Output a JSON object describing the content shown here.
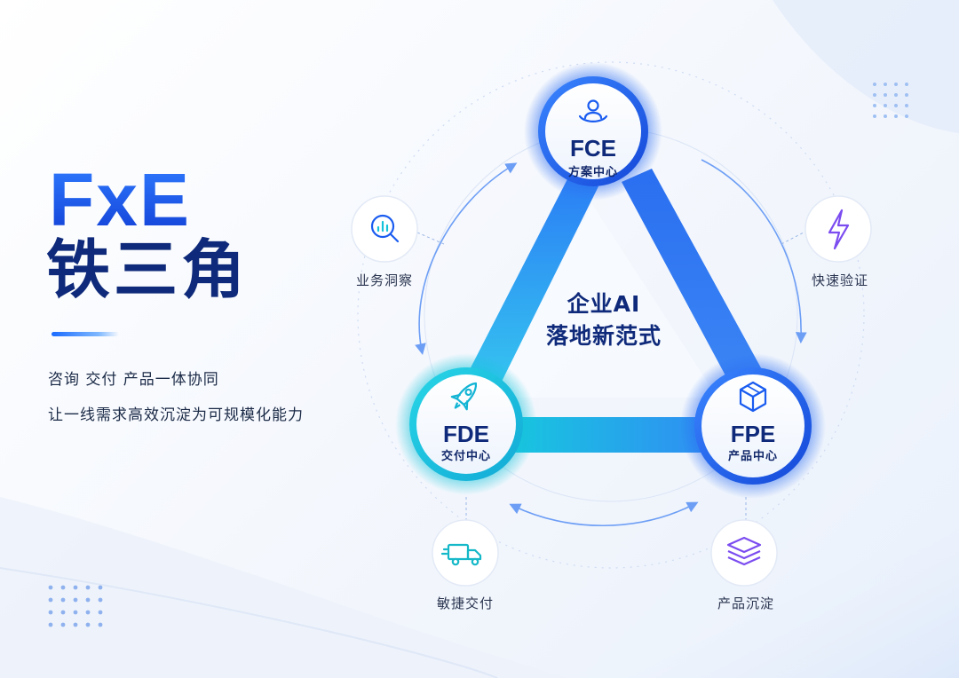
{
  "header": {
    "brand": "FxE",
    "title": "铁三角",
    "tagline_1": "咨询 交付 产品一体协同",
    "tagline_2": "让一线需求高效沉淀为可规模化能力"
  },
  "center": {
    "line_1": "企业AI",
    "line_2": "落地新范式"
  },
  "nodes": {
    "fce": {
      "abbr": "FCE",
      "name": "方案中心",
      "icon": "user-target-icon"
    },
    "fde": {
      "abbr": "FDE",
      "name": "交付中心",
      "icon": "rocket-icon"
    },
    "fpe": {
      "abbr": "FPE",
      "name": "产品中心",
      "icon": "cube-icon"
    }
  },
  "satellites": {
    "insight": {
      "label": "业务洞察",
      "icon": "magnify-chart-icon"
    },
    "validate": {
      "label": "快速验证",
      "icon": "lightning-icon"
    },
    "deliver": {
      "label": "敏捷交付",
      "icon": "delivery-truck-icon"
    },
    "accumulate": {
      "label": "产品沉淀",
      "icon": "layers-icon"
    }
  },
  "colors": {
    "accent": "#1a5cf0",
    "teal": "#12c2d8",
    "navy": "#0f2a7a",
    "violet": "#7b4cf0"
  }
}
